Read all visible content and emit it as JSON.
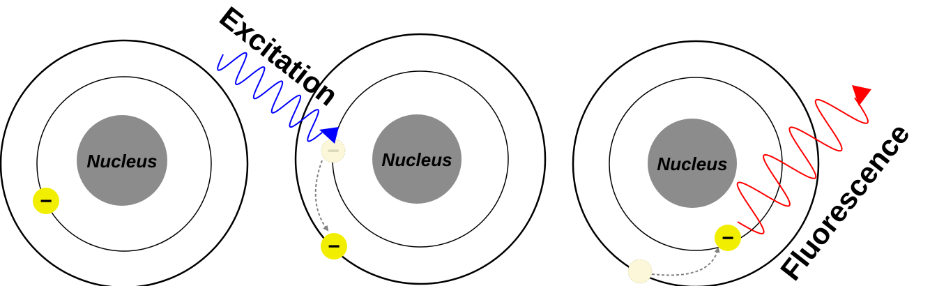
{
  "atoms": [
    {
      "nucleus_label": "Nucleus"
    },
    {
      "nucleus_label": "Nucleus"
    },
    {
      "nucleus_label": "Nucleus"
    }
  ],
  "electron": {
    "symbol": "−"
  },
  "labels": {
    "excitation": "Excitation",
    "fluorescence": "Fluorescence"
  },
  "colors": {
    "nucleus": "#8c8c8c",
    "electron": "#f2ee00",
    "electron_faded": "#fbf7d8",
    "excitation_wave": "#0000ff",
    "fluorescence_wave": "#ff0000",
    "transition_arrow": "#808080",
    "orbit": "#000000"
  }
}
